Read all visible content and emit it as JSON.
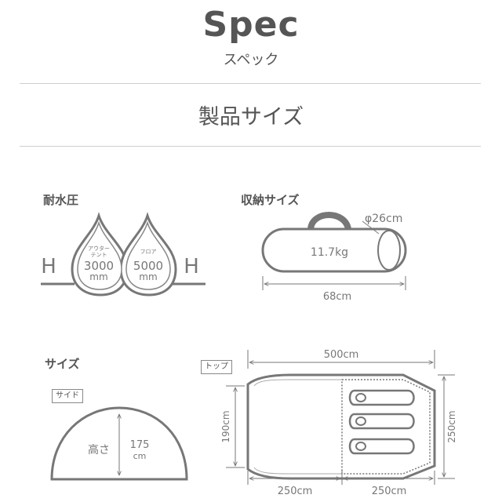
{
  "header": {
    "title": "Spec",
    "subtitle": "スペック"
  },
  "section": {
    "title": "製品サイズ"
  },
  "water_pressure": {
    "label": "耐水圧",
    "outer": {
      "name_line1": "アウター",
      "name_line2": "テント",
      "value": "3000",
      "unit": "mm"
    },
    "floor": {
      "name": "フロア",
      "value": "5000",
      "unit": "mm"
    },
    "h_mark": "H"
  },
  "storage": {
    "label": "収納サイズ",
    "diameter": "φ26cm",
    "weight": "11.7kg",
    "length": "68cm"
  },
  "size": {
    "label": "サイズ",
    "side": {
      "tag": "サイド",
      "height_label": "高さ",
      "height_value": "175",
      "height_unit": "cm"
    },
    "top": {
      "tag": "トップ",
      "length_total": "500cm",
      "width_inner": "190cm",
      "width_outer": "250cm",
      "segment_left": "250cm",
      "segment_right": "250cm"
    }
  },
  "colors": {
    "text": "#555555",
    "line": "#777777",
    "divider": "#cfcfcf"
  }
}
